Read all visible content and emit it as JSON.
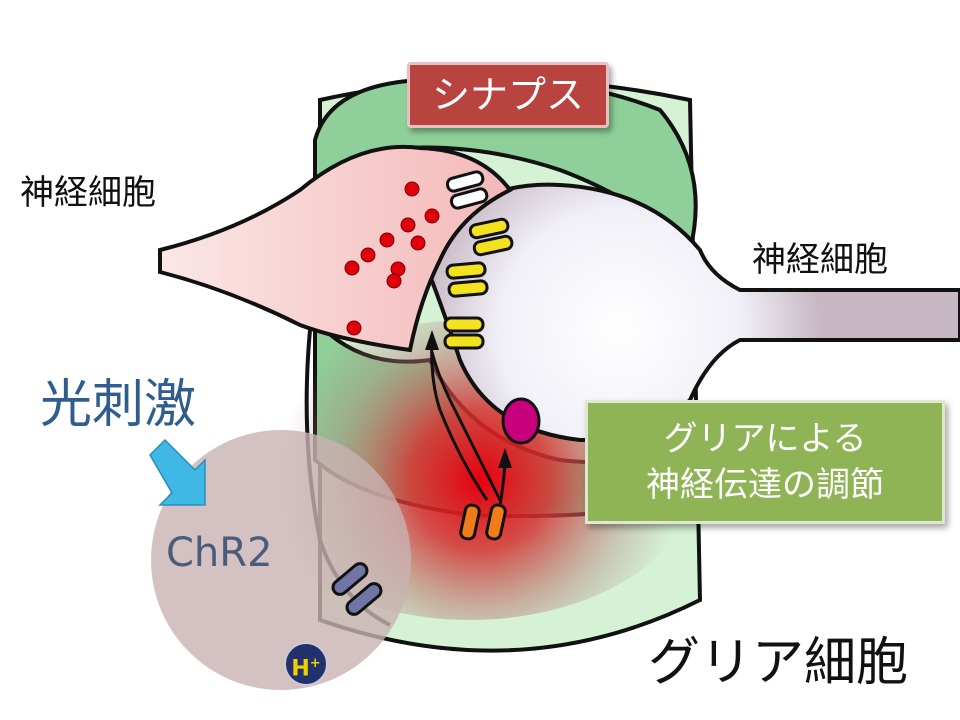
{
  "labels": {
    "synapse": "シナプス",
    "neuron_left": "神経細胞",
    "neuron_right": "神経細胞",
    "light_stimulation": "光刺激",
    "chr2": "ChR2",
    "glial_cell": "グリア細胞",
    "glia_regulation_line1": "グリアによる",
    "glia_regulation_line2": "神経伝達の調節",
    "proton": "H",
    "proton_charge": "+"
  },
  "colors": {
    "glia_fill": "#d5f2d5",
    "glia_dark": "#8fcf99",
    "presynaptic": "#f5c2c2",
    "postsynaptic": "#f1f0f8",
    "vesicle": "#e0000b",
    "receptor_yellow": "#f3e21d",
    "channel_orange": "#f07b1a",
    "release_magenta": "#c8007e",
    "chr2_channel": "#6f75a5",
    "chr2_circle": "#c9b2b2",
    "stim_text": "#2e5d8e",
    "arrow_cyan": "#3fb8e6",
    "synapse_box": "#b8433f",
    "regulation_box": "#8fb456"
  },
  "icons": [
    "light-arrow-icon",
    "transport-arrow-icon"
  ]
}
